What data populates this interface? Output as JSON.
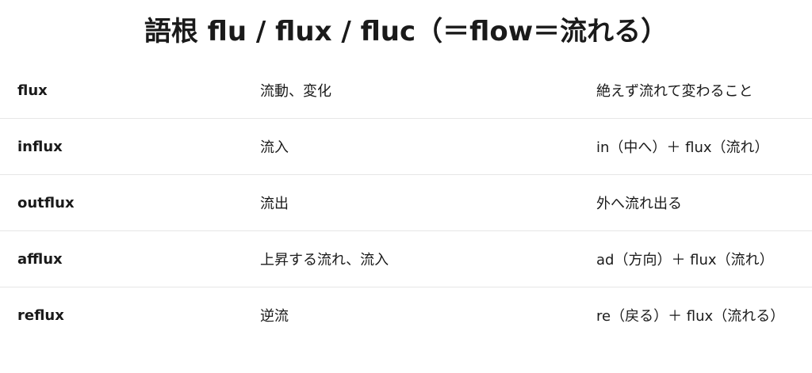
{
  "title": "語根 flu / flux / fluc（＝flow＝流れる）",
  "rows": [
    {
      "word": "flux",
      "meaning": "流動、変化",
      "etymology": "絶えず流れて変わること"
    },
    {
      "word": "influx",
      "meaning": "流入",
      "etymology": "in（中へ）＋ flux（流れ）"
    },
    {
      "word": "outflux",
      "meaning": "流出",
      "etymology": "外へ流れ出る"
    },
    {
      "word": "afflux",
      "meaning": "上昇する流れ、流入",
      "etymology": "ad（方向）＋ flux（流れ）"
    },
    {
      "word": "reflux",
      "meaning": "逆流",
      "etymology": "re（戻る）＋ flux（流れる）"
    }
  ]
}
